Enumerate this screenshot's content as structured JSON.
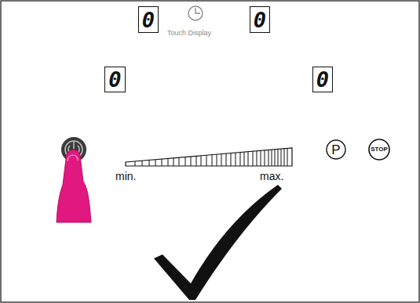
{
  "diagram": {
    "nodes": [
      {
        "text": [
          "0"
        ]
      },
      {
        "text": [
          "0"
        ]
      },
      {
        "text": [
          "0"
        ]
      },
      {
        "text": [
          "0"
        ]
      },
      {
        "text": [
          "P"
        ]
      },
      {
        "text": [
          "STOP"
        ]
      }
    ],
    "labels": [
      "Touch Display",
      "min.",
      "max."
    ]
  }
}
